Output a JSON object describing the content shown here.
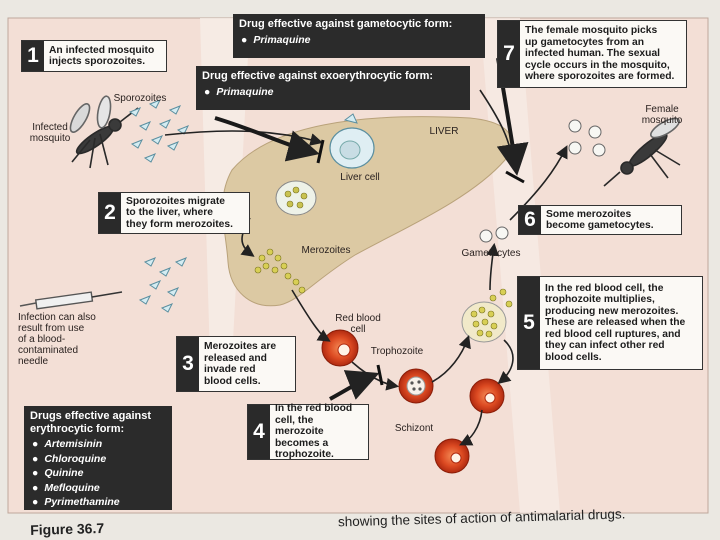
{
  "labels": {
    "sporozoites": "Sporozoites",
    "infected_mosquito": "Infected\nmosquito",
    "liver": "LIVER",
    "liver_cell": "Liver cell",
    "merozoites": "Merozoites",
    "red_blood_cell": "Red blood\ncell",
    "trophozoite": "Trophozoite",
    "schizont": "Schizont",
    "gametocytes": "Gametocytes",
    "female_mosquito": "Female\nmosquito",
    "infection_note": "Infection can also\nresult from use\nof a blood-\ncontaminated\nneedle"
  },
  "steps": [
    {
      "num": "1",
      "text": "An infected mosquito\ninjects sporozoites."
    },
    {
      "num": "2",
      "text": "Sporozoites migrate\nto the liver, where\nthey form merozoites."
    },
    {
      "num": "3",
      "text": "Merozoites are\nreleased and\ninvade red\nblood cells."
    },
    {
      "num": "4",
      "text": "In the red blood\ncell, the merozoite\nbecomes a\ntrophozoite."
    },
    {
      "num": "5",
      "text": "In the red blood cell, the\ntrophozoite multiplies,\nproducing new merozoites.\nThese are released when the\nred blood cell ruptures, and\nthey can infect other red\nblood cells."
    },
    {
      "num": "6",
      "text": "Some merozoites\nbecome gametocytes."
    },
    {
      "num": "7",
      "text": "The female mosquito picks\nup gametocytes from an\ninfected human. The sexual\ncycle occurs in the mosquito,\nwhere sporozoites are formed."
    }
  ],
  "drug_boxes": {
    "gametocytic": {
      "title": "Drug effective against gametocytic form:",
      "drugs": [
        "Primaquine"
      ]
    },
    "exoerythrocytic": {
      "title": "Drug effective against exoerythrocytic form:",
      "drugs": [
        "Primaquine"
      ]
    },
    "erythrocytic": {
      "title": "Drugs effective against\nerythrocytic form:",
      "drugs": [
        "Artemisinin",
        "Chloroquine",
        "Quinine",
        "Mefloquine",
        "Pyrimethamine"
      ]
    }
  },
  "bullet": "●",
  "caption": {
    "figure": "Figure 36.7",
    "text": "showing the sites of action of antimalarial drugs."
  },
  "colors": {
    "skin": "#f3dfd6",
    "liver": "#dcc9a3",
    "red_cell": "#d8411f",
    "drug_box": "#2b2b2b"
  }
}
